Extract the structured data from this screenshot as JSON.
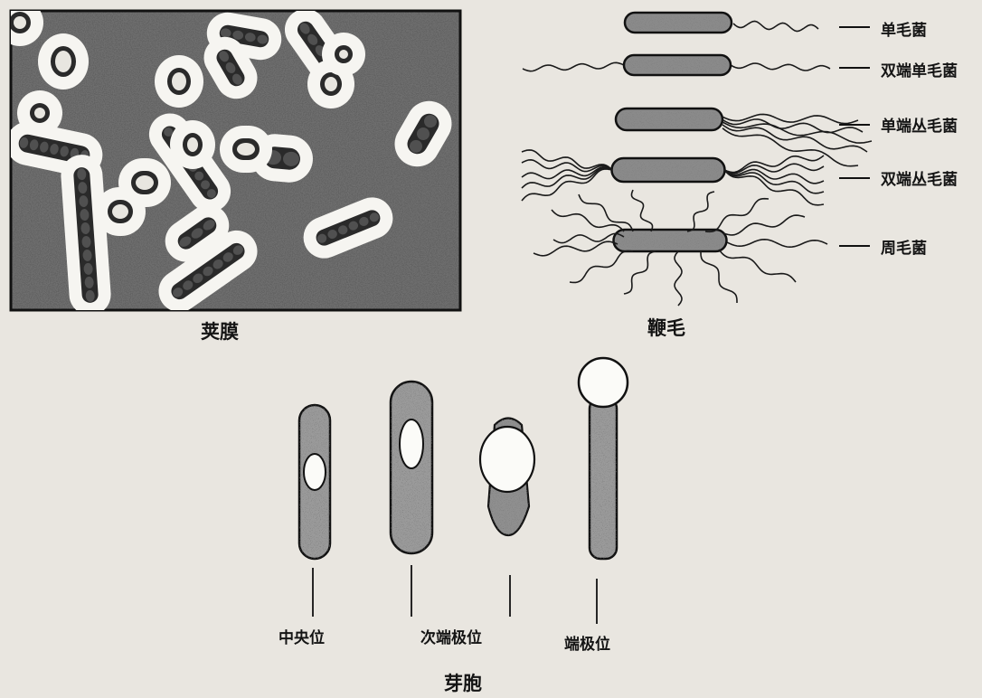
{
  "capsule": {
    "caption": "荚膜"
  },
  "flagella": {
    "caption": "鞭毛",
    "labels": [
      "单毛菌",
      "双端单毛菌",
      "单端丛毛菌",
      "双端丛毛菌",
      "周毛菌"
    ]
  },
  "spore": {
    "caption": "芽胞",
    "labels": [
      "中央位",
      "次端极位",
      "端极位"
    ]
  }
}
